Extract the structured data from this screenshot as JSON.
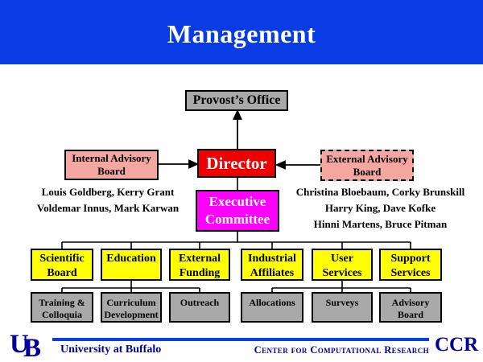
{
  "header": {
    "title": "Management"
  },
  "colors": {
    "banner_blue": "#0A3CE6",
    "director_red": "#EE0000",
    "executive_magenta": "#FF00FF",
    "division_yellow": "#FFFF00",
    "box_gray": "#A9A9A9",
    "advisory_salmon": "#F4A7A0",
    "footer_navy": "#000099"
  },
  "chart": {
    "provost": "Provost’s Office",
    "director": "Director",
    "executive_committee": "Executive Committee",
    "internal_advisory": "Internal Advisory Board",
    "external_advisory": "External Advisory Board",
    "internal_members": [
      "Louis Goldberg, Kerry Grant",
      "Voldemar Innus, Mark Karwan"
    ],
    "external_members": [
      "Christina Bloebaum, Corky Brunskill",
      "Harry King, Dave Kofke",
      "Hinni Martens, Bruce Pitman"
    ],
    "divisions": [
      "Scientific Board",
      "Education",
      "External Funding",
      "Industrial Affiliates",
      "User Services",
      "Support Services"
    ],
    "subunits": [
      "Training & Colloquia",
      "Curriculum Development",
      "Outreach",
      "Allocations",
      "Surveys",
      "Advisory Board"
    ]
  },
  "footer": {
    "logo_u": "U",
    "logo_b": "B",
    "university": "University at Buffalo",
    "center_name": "Center for Computational Research",
    "center_abbrev": "CCR"
  }
}
